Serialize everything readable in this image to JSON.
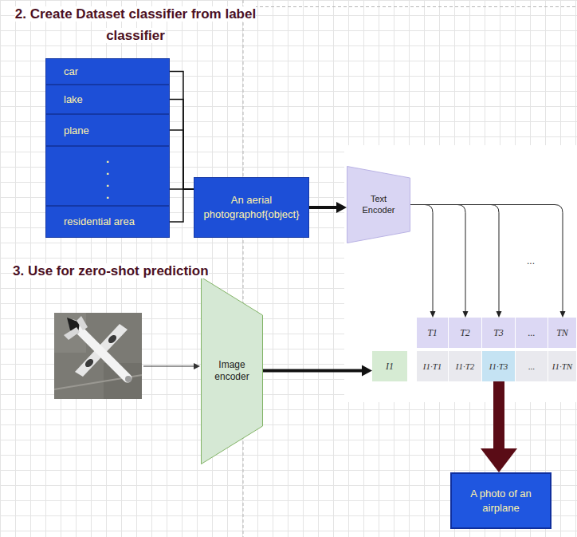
{
  "diagram": {
    "nodes": [
      {
        "text": [
          "car"
        ]
      },
      {
        "text": [
          "lake"
        ]
      },
      {
        "text": [
          "plane"
        ]
      },
      {
        "text": [
          ".",
          ".",
          ".",
          "."
        ]
      },
      {
        "text": [
          "residential area"
        ]
      },
      {
        "text": [
          "An aerial photographof{object}"
        ]
      },
      {
        "text": [
          "Text Encoder"
        ]
      },
      {
        "text": [
          "T1"
        ]
      },
      {
        "text": [
          "T2"
        ]
      },
      {
        "text": [
          "T3"
        ]
      },
      {
        "text": [
          "..."
        ]
      },
      {
        "text": [
          "TN"
        ]
      },
      {
        "text": [
          "Image encoder"
        ]
      },
      {
        "text": [
          "I1"
        ]
      },
      {
        "text": [
          "I1·T1"
        ]
      },
      {
        "text": [
          "I1·T2"
        ]
      },
      {
        "text": [
          "I1·T3"
        ]
      },
      {
        "text": [
          "..."
        ]
      },
      {
        "text": [
          "I1·TN"
        ]
      },
      {
        "text": [
          "A photo of an airplane"
        ]
      }
    ],
    "edges": [
      {
        "from": 0,
        "to": 5,
        "arrow": "none"
      },
      {
        "from": 1,
        "to": 5,
        "arrow": "none"
      },
      {
        "from": 2,
        "to": 5,
        "arrow": "none"
      },
      {
        "from": 3,
        "to": 5,
        "arrow": "none"
      },
      {
        "from": 4,
        "to": 5,
        "arrow": "none"
      },
      {
        "from": 5,
        "to": 6,
        "arrow": "to"
      },
      {
        "from": 6,
        "to": 7,
        "arrow": "to"
      },
      {
        "from": 6,
        "to": 8,
        "arrow": "to"
      },
      {
        "from": 6,
        "to": 9,
        "arrow": "to"
      },
      {
        "from": 6,
        "to": 11,
        "arrow": "to"
      },
      {
        "from": 12,
        "to": 13,
        "arrow": "to"
      },
      {
        "from": 16,
        "to": 19,
        "arrow": "to"
      }
    ],
    "labels": [
      "2. Create Dataset classifier from label classifier",
      "3. Use for zero-shot prediction",
      "..."
    ]
  }
}
